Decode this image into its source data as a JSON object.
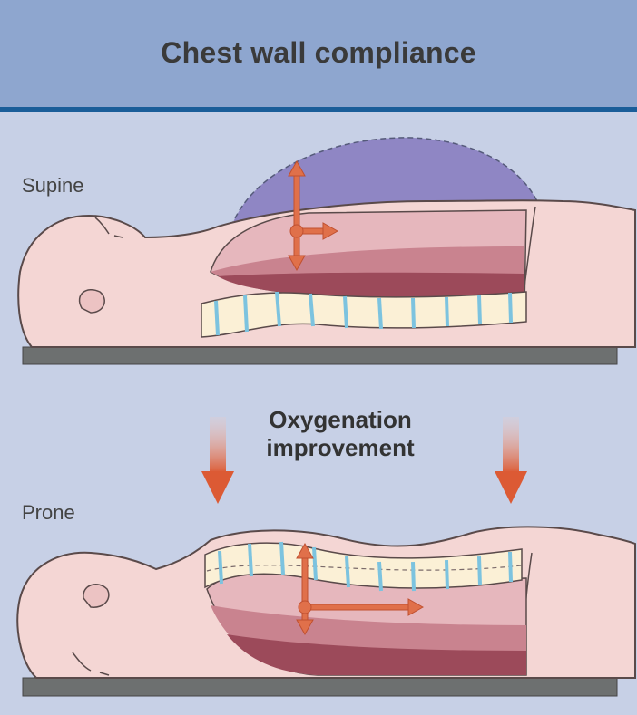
{
  "header": {
    "title": "Chest wall compliance"
  },
  "panels": {
    "supine": {
      "label": "Supine"
    },
    "prone": {
      "label": "Prone"
    }
  },
  "callout": {
    "line1": "Oxygenation",
    "line2": "improvement"
  },
  "colors": {
    "background": "#c7d0e6",
    "header_band": "#8ea6cf",
    "header_rule": "#1a5d99",
    "skin": "#f4d6d4",
    "lung_dark": "#9c4a5a",
    "vertebra": "#fbf0d6",
    "disc": "#7cc3df",
    "arrow_orange": "#e0704a",
    "bed": "#6d7070",
    "chest_expansion": "#8f86c4"
  }
}
